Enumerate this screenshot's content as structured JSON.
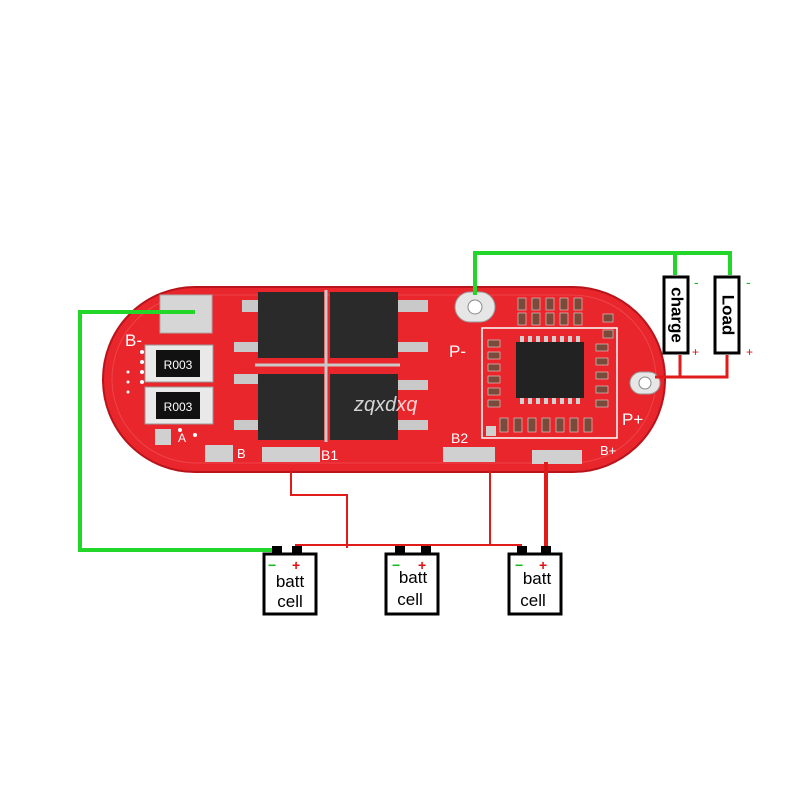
{
  "board": {
    "label_b_minus": "B-",
    "label_p_minus": "P-",
    "label_p_plus": "P+",
    "label_b_plus": "B+",
    "label_b": "B",
    "label_b1": "B1",
    "label_b2": "B2",
    "label_a": "A",
    "resistor_1": "R003",
    "resistor_2": "R003",
    "watermark": "zqxdxq"
  },
  "terminals": {
    "charge": {
      "label": "charge",
      "minus": "-",
      "plus": "+"
    },
    "load": {
      "label": "Load",
      "minus": "-",
      "plus": "+"
    }
  },
  "cells": [
    {
      "label_line1": "batt",
      "label_line2": "cell",
      "minus": "−",
      "plus": "+"
    },
    {
      "label_line1": "batt",
      "label_line2": "cell",
      "minus": "−",
      "plus": "+"
    },
    {
      "label_line1": "batt",
      "label_line2": "cell",
      "minus": "−",
      "plus": "+"
    }
  ],
  "colors": {
    "pcb": "#e8262c",
    "pcb_dark": "#b8141b",
    "silkscreen": "#ffffff",
    "wire_green": "#22d62a",
    "wire_red": "#e11a1a",
    "mosfet": "#2a2a2a",
    "pad": "#cfcfcf",
    "plus_red": "#e01010",
    "minus_green": "#18b820"
  }
}
